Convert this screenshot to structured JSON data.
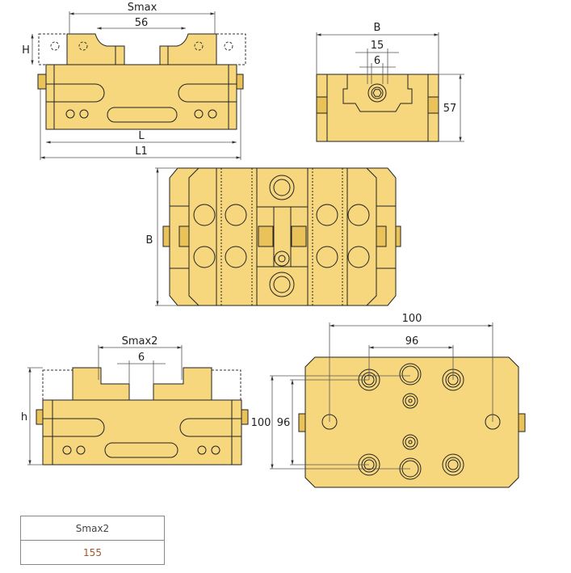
{
  "side_view": {
    "dims": {
      "smax": "Smax",
      "jaw_gap": "56",
      "h": "H",
      "l": "L",
      "l1": "L1"
    }
  },
  "end_view": {
    "dims": {
      "b": "B",
      "width_15": "15",
      "width_6": "6",
      "height": "57"
    }
  },
  "top_view": {
    "dims": {
      "b": "B"
    }
  },
  "side_view_2": {
    "dims": {
      "smax2": "Smax2",
      "gap": "6",
      "h": "h"
    }
  },
  "bottom_view": {
    "dims": {
      "outer_x": "100",
      "inner_x": "96",
      "outer_y": "100",
      "inner_y": "96"
    }
  },
  "spec_table": {
    "header": "Smax2",
    "value": "155"
  },
  "colors": {
    "fill": "#f7d77e",
    "shade": "#e9c35a"
  }
}
